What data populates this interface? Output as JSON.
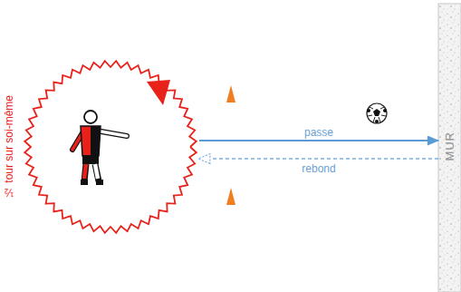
{
  "diagram": {
    "nodes": [
      {
        "text": [
          "½ tour sur soi-même"
        ]
      },
      {
        "text": [
          "MUR"
        ]
      }
    ],
    "edges": [
      {
        "from": 0,
        "to": 1,
        "arrow": "to",
        "label": "passe"
      },
      {
        "from": 1,
        "to": 0,
        "arrow": "to",
        "label": "rebond"
      }
    ]
  }
}
